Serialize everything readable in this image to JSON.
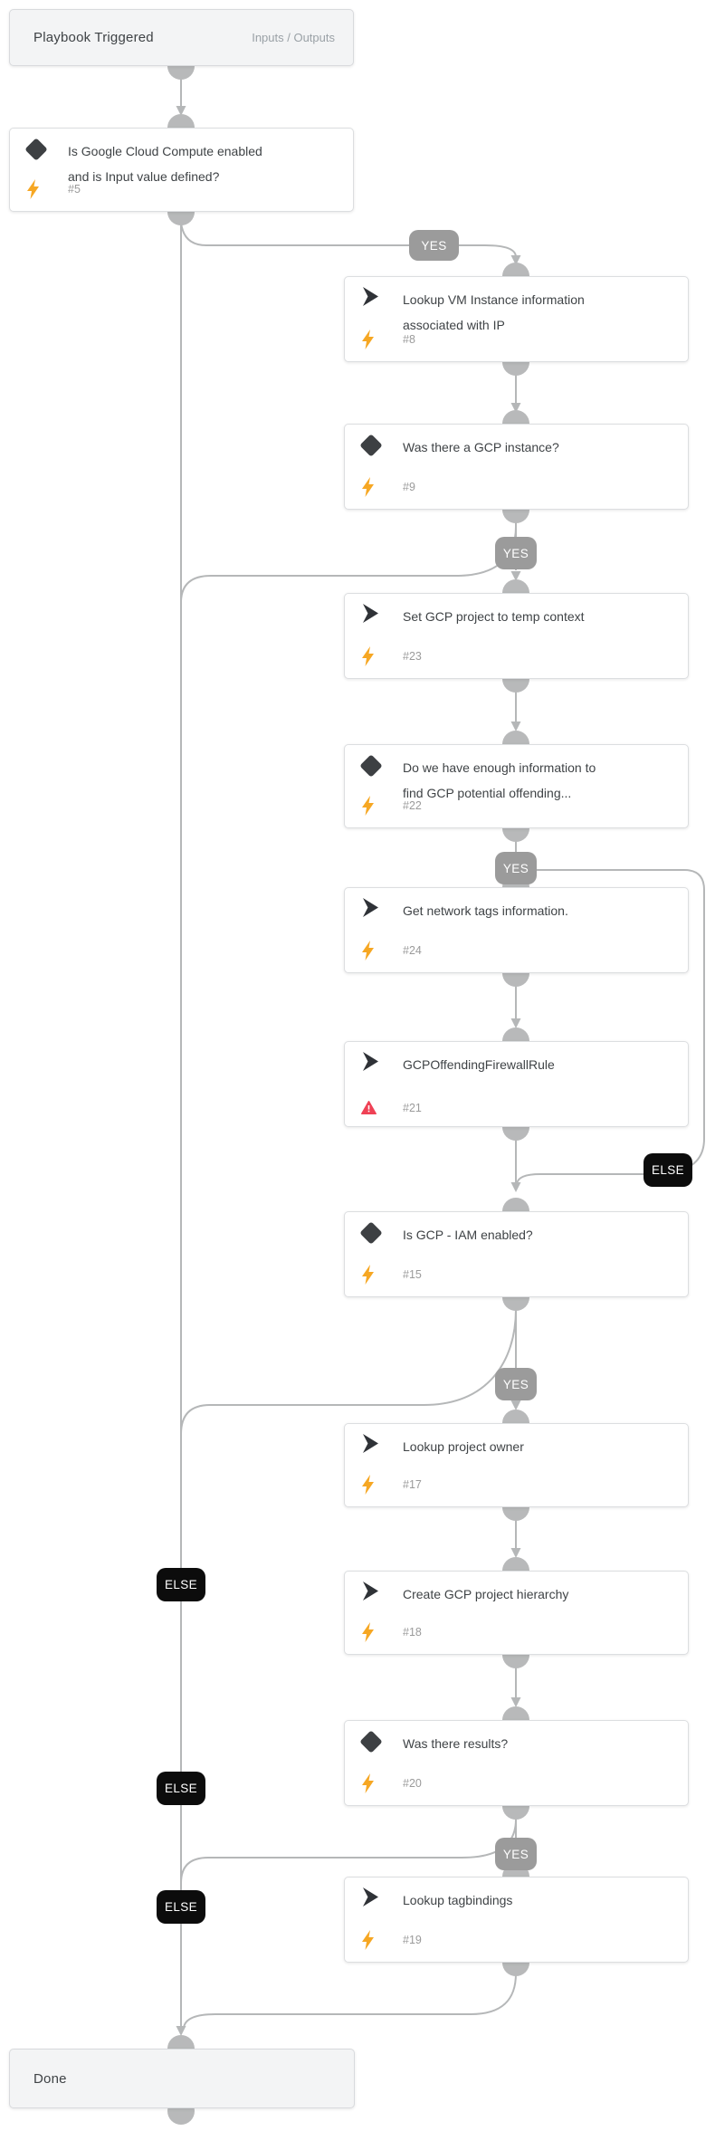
{
  "header": {
    "title": "Playbook Triggered",
    "inputs_outputs_label": "Inputs / Outputs"
  },
  "done": {
    "title": "Done"
  },
  "branch_labels": {
    "yes": "YES",
    "else": "ELSE"
  },
  "colors": {
    "accent_lightning": "#F6A723",
    "error_red": "#EF4155",
    "condition_icon_dark": "#3D4043",
    "yes_badge_gray": "#9B9B9B",
    "else_badge_black": "#0C0C0C",
    "connector_gray": "#B5B7B8",
    "endpoint_bg": "#F3F4F5"
  },
  "cards": [
    {
      "id": "#5",
      "icon": "condition",
      "status_icon": "lightning",
      "lines": [
        "Is Google Cloud Compute enabled",
        "and is Input value defined?"
      ]
    },
    {
      "id": "#8",
      "icon": "task",
      "status_icon": "lightning",
      "lines": [
        "Lookup VM Instance information",
        "associated with IP"
      ]
    },
    {
      "id": "#9",
      "icon": "condition",
      "status_icon": "lightning",
      "lines": [
        "Was there a GCP instance?",
        ""
      ]
    },
    {
      "id": "#23",
      "icon": "task",
      "status_icon": "lightning",
      "lines": [
        "Set GCP project to temp context",
        ""
      ]
    },
    {
      "id": "#22",
      "icon": "condition",
      "status_icon": "lightning",
      "lines": [
        "Do we have enough information to",
        "find GCP potential offending..."
      ]
    },
    {
      "id": "#24",
      "icon": "task",
      "status_icon": "lightning",
      "lines": [
        "Get network tags information.",
        ""
      ]
    },
    {
      "id": "#21",
      "icon": "task",
      "status_icon": "error",
      "lines": [
        "GCPOffendingFirewallRule",
        ""
      ]
    },
    {
      "id": "#15",
      "icon": "condition",
      "status_icon": "lightning",
      "lines": [
        "Is GCP - IAM enabled?",
        ""
      ]
    },
    {
      "id": "#17",
      "icon": "task",
      "status_icon": "lightning",
      "lines": [
        "Lookup project owner",
        ""
      ]
    },
    {
      "id": "#18",
      "icon": "task",
      "status_icon": "lightning",
      "lines": [
        "Create GCP project hierarchy",
        ""
      ]
    },
    {
      "id": "#20",
      "icon": "condition",
      "status_icon": "lightning",
      "lines": [
        "Was there results?",
        ""
      ]
    },
    {
      "id": "#19",
      "icon": "task",
      "status_icon": "lightning",
      "lines": [
        "Lookup tagbindings",
        ""
      ]
    }
  ]
}
